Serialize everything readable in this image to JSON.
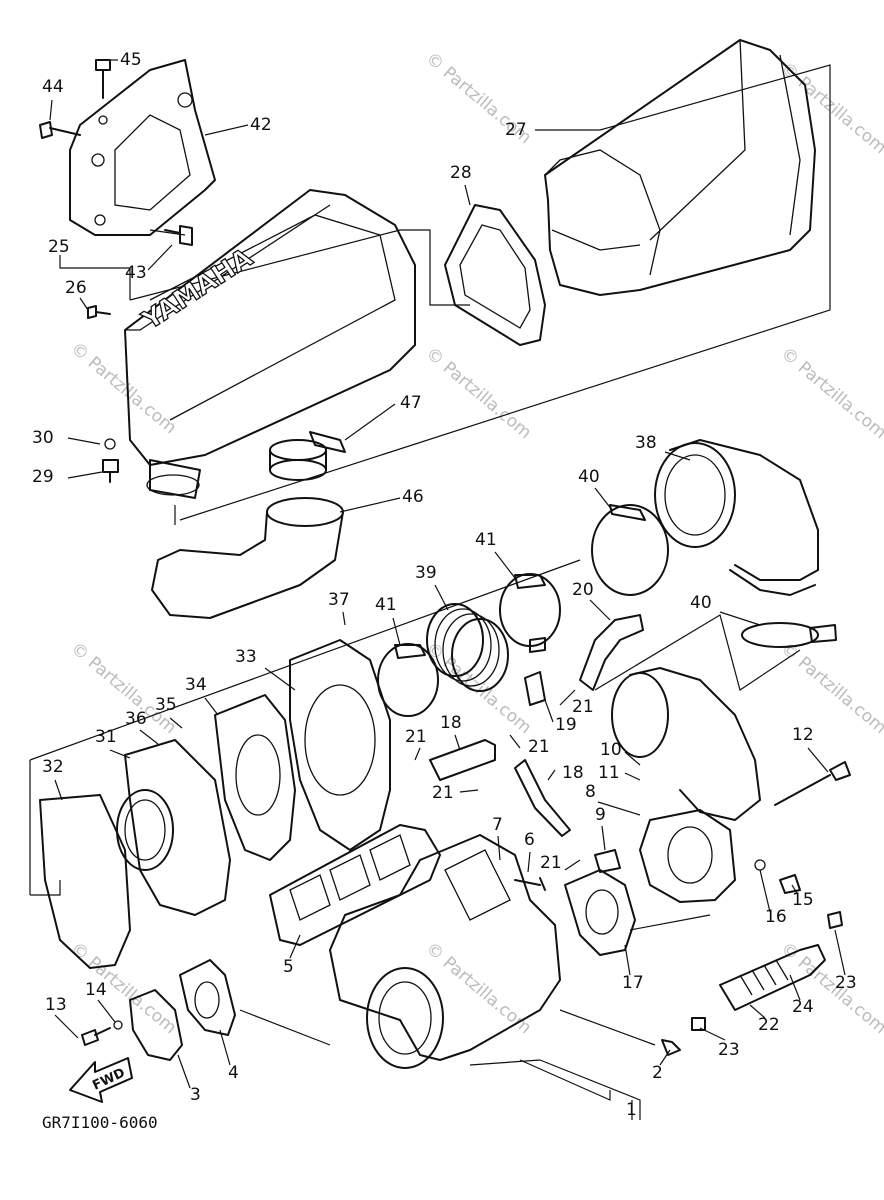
{
  "diagram_code": "GR7I100-6060",
  "fwd_label": "FWD",
  "brand_logo": "YAMAHA",
  "watermark": "© Partzilla.com",
  "callouts": [
    {
      "id": "c45",
      "label": "45"
    },
    {
      "id": "c44",
      "label": "44"
    },
    {
      "id": "c42",
      "label": "42"
    },
    {
      "id": "c43",
      "label": "43"
    },
    {
      "id": "c25",
      "label": "25"
    },
    {
      "id": "c26",
      "label": "26"
    },
    {
      "id": "c27",
      "label": "27"
    },
    {
      "id": "c28",
      "label": "28"
    },
    {
      "id": "c30",
      "label": "30"
    },
    {
      "id": "c29",
      "label": "29"
    },
    {
      "id": "c47",
      "label": "47"
    },
    {
      "id": "c46",
      "label": "46"
    },
    {
      "id": "c38",
      "label": "38"
    },
    {
      "id": "c40a",
      "label": "40"
    },
    {
      "id": "c41a",
      "label": "41"
    },
    {
      "id": "c39",
      "label": "39"
    },
    {
      "id": "c37",
      "label": "37"
    },
    {
      "id": "c20",
      "label": "20"
    },
    {
      "id": "c40b",
      "label": "40"
    },
    {
      "id": "c41b",
      "label": "41"
    },
    {
      "id": "c33",
      "label": "33"
    },
    {
      "id": "c34",
      "label": "34"
    },
    {
      "id": "c35",
      "label": "35"
    },
    {
      "id": "c36",
      "label": "36"
    },
    {
      "id": "c31",
      "label": "31"
    },
    {
      "id": "c32",
      "label": "32"
    },
    {
      "id": "c21a",
      "label": "21"
    },
    {
      "id": "c19",
      "label": "19"
    },
    {
      "id": "c18a",
      "label": "18"
    },
    {
      "id": "c21b",
      "label": "21"
    },
    {
      "id": "c21c",
      "label": "21"
    },
    {
      "id": "c21d",
      "label": "21"
    },
    {
      "id": "c18b",
      "label": "18"
    },
    {
      "id": "c10",
      "label": "10"
    },
    {
      "id": "c11",
      "label": "11"
    },
    {
      "id": "c12",
      "label": "12"
    },
    {
      "id": "c8",
      "label": "8"
    },
    {
      "id": "c9",
      "label": "9"
    },
    {
      "id": "c7",
      "label": "7"
    },
    {
      "id": "c6",
      "label": "6"
    },
    {
      "id": "c21e",
      "label": "21"
    },
    {
      "id": "c15",
      "label": "15"
    },
    {
      "id": "c16",
      "label": "16"
    },
    {
      "id": "c5",
      "label": "5"
    },
    {
      "id": "c17",
      "label": "17"
    },
    {
      "id": "c23a",
      "label": "23"
    },
    {
      "id": "c24",
      "label": "24"
    },
    {
      "id": "c22",
      "label": "22"
    },
    {
      "id": "c23b",
      "label": "23"
    },
    {
      "id": "c13",
      "label": "13"
    },
    {
      "id": "c14",
      "label": "14"
    },
    {
      "id": "c4",
      "label": "4"
    },
    {
      "id": "c3",
      "label": "3"
    },
    {
      "id": "c2",
      "label": "2"
    },
    {
      "id": "c1",
      "label": "1"
    }
  ]
}
